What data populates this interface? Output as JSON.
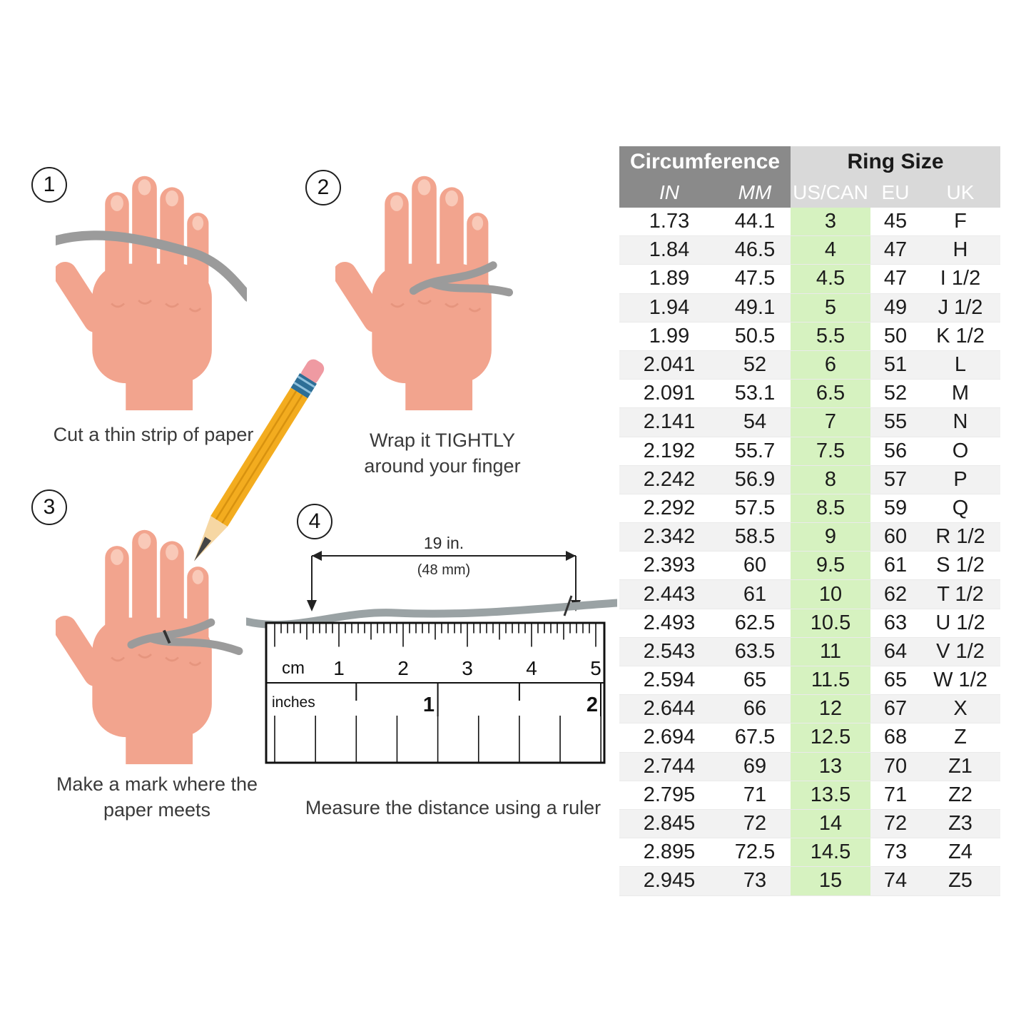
{
  "steps": [
    {
      "number": "1",
      "caption": "Cut a thin strip of paper"
    },
    {
      "number": "2",
      "caption": "Wrap it TIGHTLY around your finger"
    },
    {
      "number": "3",
      "caption": "Make a mark where the paper meets"
    },
    {
      "number": "4",
      "caption": "Measure the distance using a ruler"
    }
  ],
  "ruler": {
    "measure_label_line1": "19 in.",
    "measure_label_line2": "(48 mm)",
    "cm_label": "cm",
    "inches_label": "inches",
    "cm_numbers": [
      "1",
      "2",
      "3",
      "4",
      "5"
    ],
    "inch_numbers": [
      "1",
      "2"
    ]
  },
  "table": {
    "header_group_1": "Circumference",
    "header_group_2": "Ring Size",
    "columns": [
      "IN",
      "MM",
      "US/CAN",
      "EU",
      "UK"
    ],
    "rows": [
      [
        "1.73",
        "44.1",
        "3",
        "45",
        "F"
      ],
      [
        "1.84",
        "46.5",
        "4",
        "47",
        "H"
      ],
      [
        "1.89",
        "47.5",
        "4.5",
        "47",
        "I 1/2"
      ],
      [
        "1.94",
        "49.1",
        "5",
        "49",
        "J 1/2"
      ],
      [
        "1.99",
        "50.5",
        "5.5",
        "50",
        "K 1/2"
      ],
      [
        "2.041",
        "52",
        "6",
        "51",
        "L"
      ],
      [
        "2.091",
        "53.1",
        "6.5",
        "52",
        "M"
      ],
      [
        "2.141",
        "54",
        "7",
        "55",
        "N"
      ],
      [
        "2.192",
        "55.7",
        "7.5",
        "56",
        "O"
      ],
      [
        "2.242",
        "56.9",
        "8",
        "57",
        "P"
      ],
      [
        "2.292",
        "57.5",
        "8.5",
        "59",
        "Q"
      ],
      [
        "2.342",
        "58.5",
        "9",
        "60",
        "R 1/2"
      ],
      [
        "2.393",
        "60",
        "9.5",
        "61",
        "S 1/2"
      ],
      [
        "2.443",
        "61",
        "10",
        "62",
        "T 1/2"
      ],
      [
        "2.493",
        "62.5",
        "10.5",
        "63",
        "U 1/2"
      ],
      [
        "2.543",
        "63.5",
        "11",
        "64",
        "V 1/2"
      ],
      [
        "2.594",
        "65",
        "11.5",
        "65",
        "W 1/2"
      ],
      [
        "2.644",
        "66",
        "12",
        "67",
        "X"
      ],
      [
        "2.694",
        "67.5",
        "12.5",
        "68",
        "Z"
      ],
      [
        "2.744",
        "69",
        "13",
        "70",
        "Z1"
      ],
      [
        "2.795",
        "71",
        "13.5",
        "71",
        "Z2"
      ],
      [
        "2.845",
        "72",
        "14",
        "72",
        "Z3"
      ],
      [
        "2.895",
        "72.5",
        "14.5",
        "73",
        "Z4"
      ],
      [
        "2.945",
        "73",
        "15",
        "74",
        "Z5"
      ]
    ]
  },
  "colors": {
    "header_dark": "#8a8a8a",
    "header_light": "#d9d9d9",
    "green_highlight": "#d6f2c0",
    "row_alt": "#f2f2f2",
    "skin": "#f2a48e",
    "strip_gray": "#9b9b9b",
    "pencil_yellow": "#f3ac1f"
  }
}
